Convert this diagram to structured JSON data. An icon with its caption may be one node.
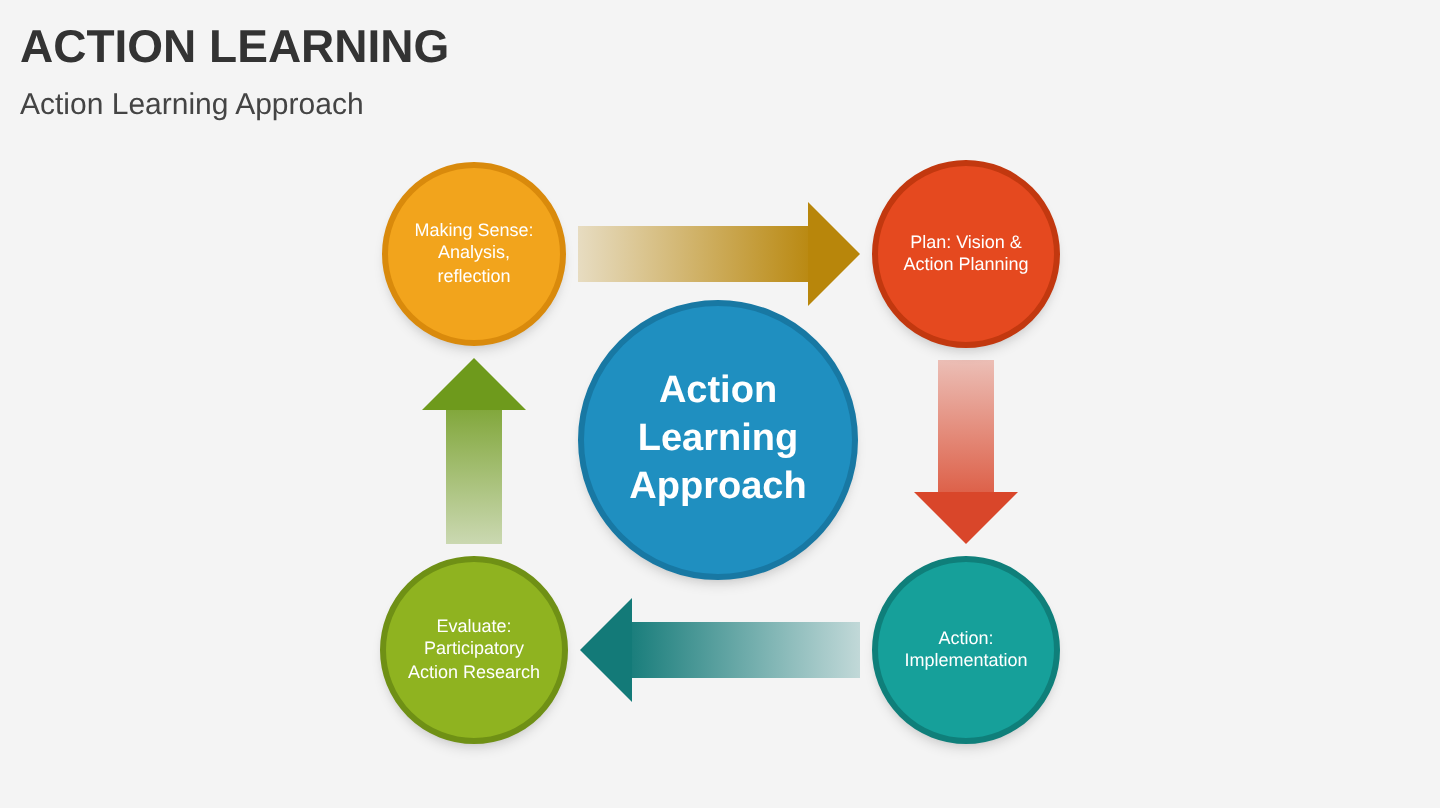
{
  "diagram": {
    "title": "ACTION LEARNING",
    "caption": "Action Learning Approach",
    "nodes": [
      {
        "text": [
          "Making Sense: Analysis, reflection"
        ]
      },
      {
        "text": [
          "Plan: Vision & Action Planning"
        ]
      },
      {
        "text": [
          "Action Learning Approach"
        ]
      },
      {
        "text": [
          "Evaluate: Participatory Action Research"
        ]
      },
      {
        "text": [
          "Action: Implementation"
        ]
      }
    ],
    "edges": [
      {
        "from": 0,
        "to": 1,
        "arrow": "to",
        "style": "thick",
        "color": "#b8860b"
      },
      {
        "from": 1,
        "to": 4,
        "arrow": "to",
        "style": "thick",
        "color": "#d9462a"
      },
      {
        "from": 4,
        "to": 3,
        "arrow": "to",
        "style": "thick",
        "color": "#137a78"
      },
      {
        "from": 3,
        "to": 0,
        "arrow": "to",
        "style": "thick",
        "color": "#6e9a1c"
      }
    ]
  }
}
